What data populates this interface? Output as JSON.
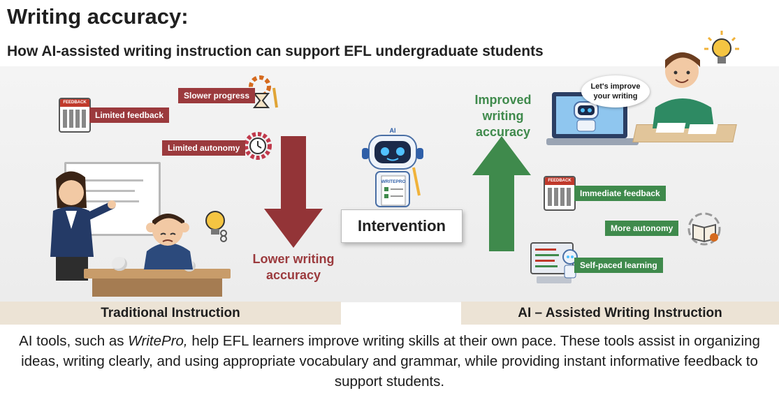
{
  "header": {
    "title": "Writing accuracy:",
    "subtitle": "How AI-assisted writing instruction can support EFL undergraduate students"
  },
  "traditional": {
    "labels": [
      "Slower progress",
      "Limited feedback",
      "Limited autonomy"
    ],
    "outcome_line1": "Lower writing",
    "outcome_line2": "accuracy",
    "bar_label": "Traditional Instruction"
  },
  "center": {
    "robot_ai_label": "AI",
    "robot_badge": "WRITEPRO",
    "intervention_label": "Intervention"
  },
  "ai_assisted": {
    "outcome_line1": "Improved",
    "outcome_line2": "writing",
    "outcome_line3": "accuracy",
    "speech_line1": "Let's improve",
    "speech_line2": "your writing",
    "labels": [
      "Immediate feedback",
      "More autonomy",
      "Self-paced learning"
    ],
    "bar_label": "AI – Assisted Writing Instruction"
  },
  "calendar_label": "FEEDBACK",
  "caption": {
    "part1": "AI tools, such as ",
    "tool_name": "WritePro,",
    "part2": " help EFL learners improve writing skills at their own pace. These tools assist in organizing ideas, writing clearly, and using appropriate vocabulary and grammar, while providing instant informative feedback to support students."
  },
  "colors": {
    "negative": "#9b3a3d",
    "positive": "#3f8a4c",
    "bar": "#ece3d5"
  }
}
